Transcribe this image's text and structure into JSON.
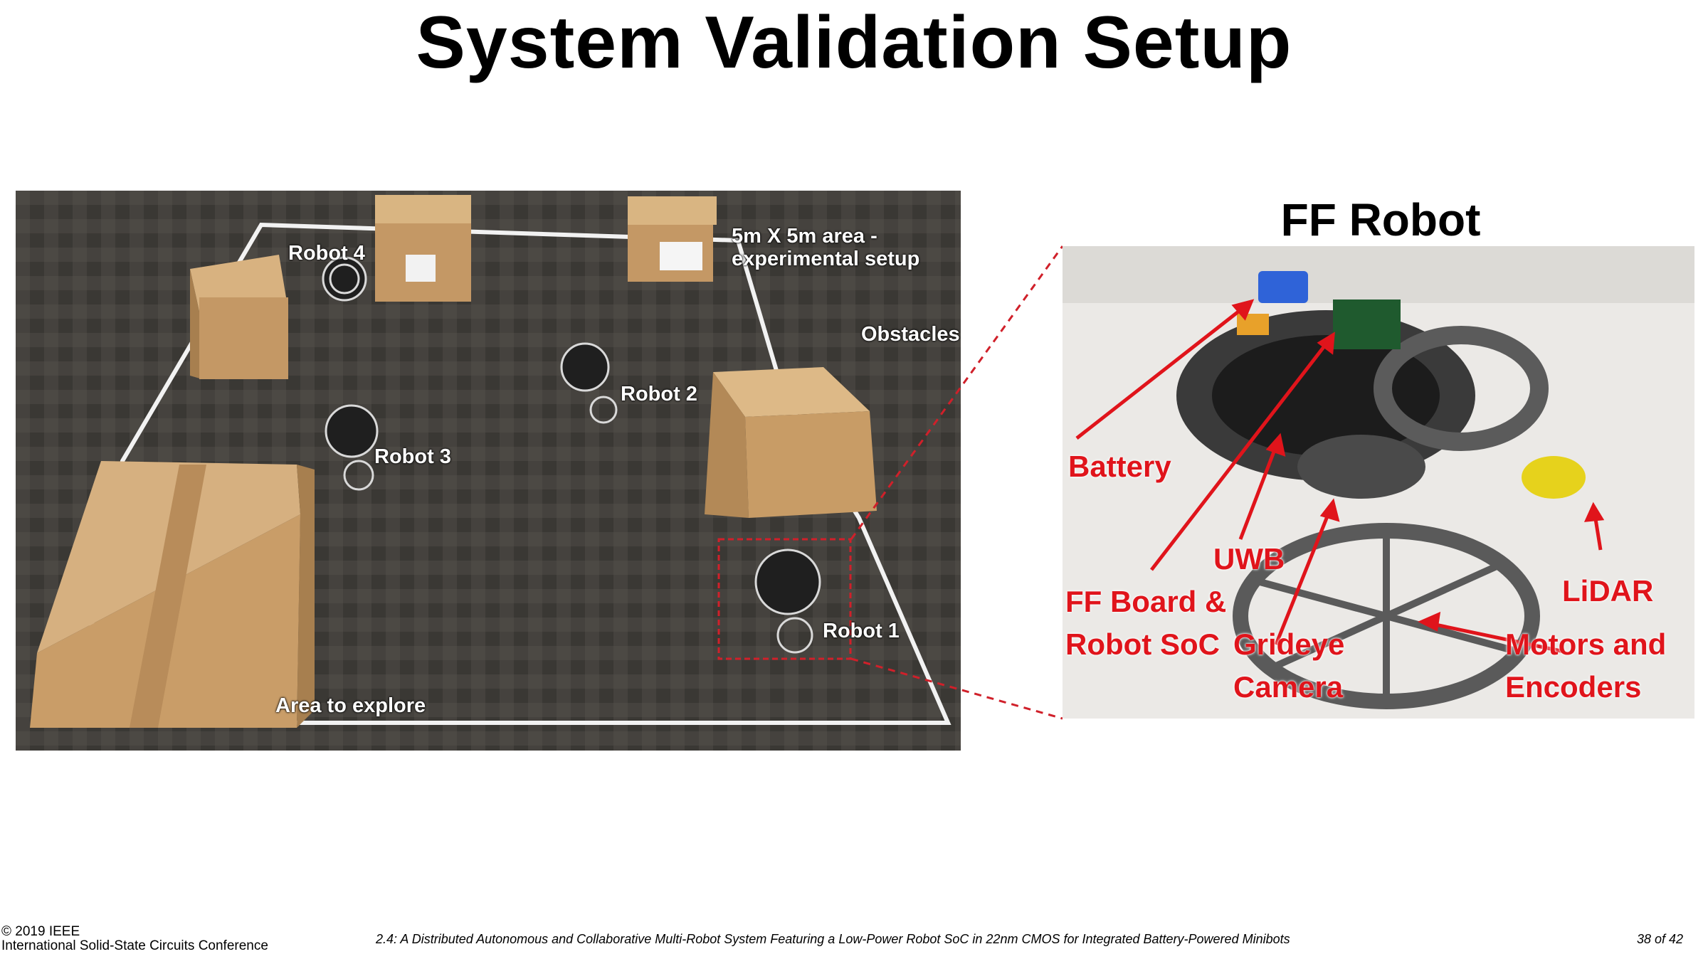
{
  "slide": {
    "title": "System Validation Setup"
  },
  "left_photo": {
    "labels": {
      "robot_4": "Robot 4",
      "area": "5m X 5m area -\nexperimental setup",
      "obstacles": "Obstacles",
      "robot_2": "Robot 2",
      "robot_3": "Robot 3",
      "robot_1": "Robot 1",
      "area_to_explore": "Area to explore"
    }
  },
  "right_panel": {
    "title": "FF Robot",
    "callouts": {
      "battery": "Battery",
      "uwb": "UWB",
      "ff_board": "FF Board &\nRobot SoC",
      "grideye": "Grideye\nCamera",
      "lidar": "LiDAR",
      "motors": "Motors and\nEncoders"
    }
  },
  "footer": {
    "copyright": "© 2019 IEEE",
    "conference": "International Solid-State Circuits Conference",
    "paper": "2.4: A Distributed Autonomous and Collaborative Multi-Robot System Featuring a Low-Power Robot SoC in 22nm CMOS for Integrated Battery-Powered Minibots",
    "page": "38 of 42"
  },
  "colors": {
    "callout_red": "#e0141b",
    "box_cardboard": "#c9a06d",
    "carpet": "#3f3d3a"
  }
}
